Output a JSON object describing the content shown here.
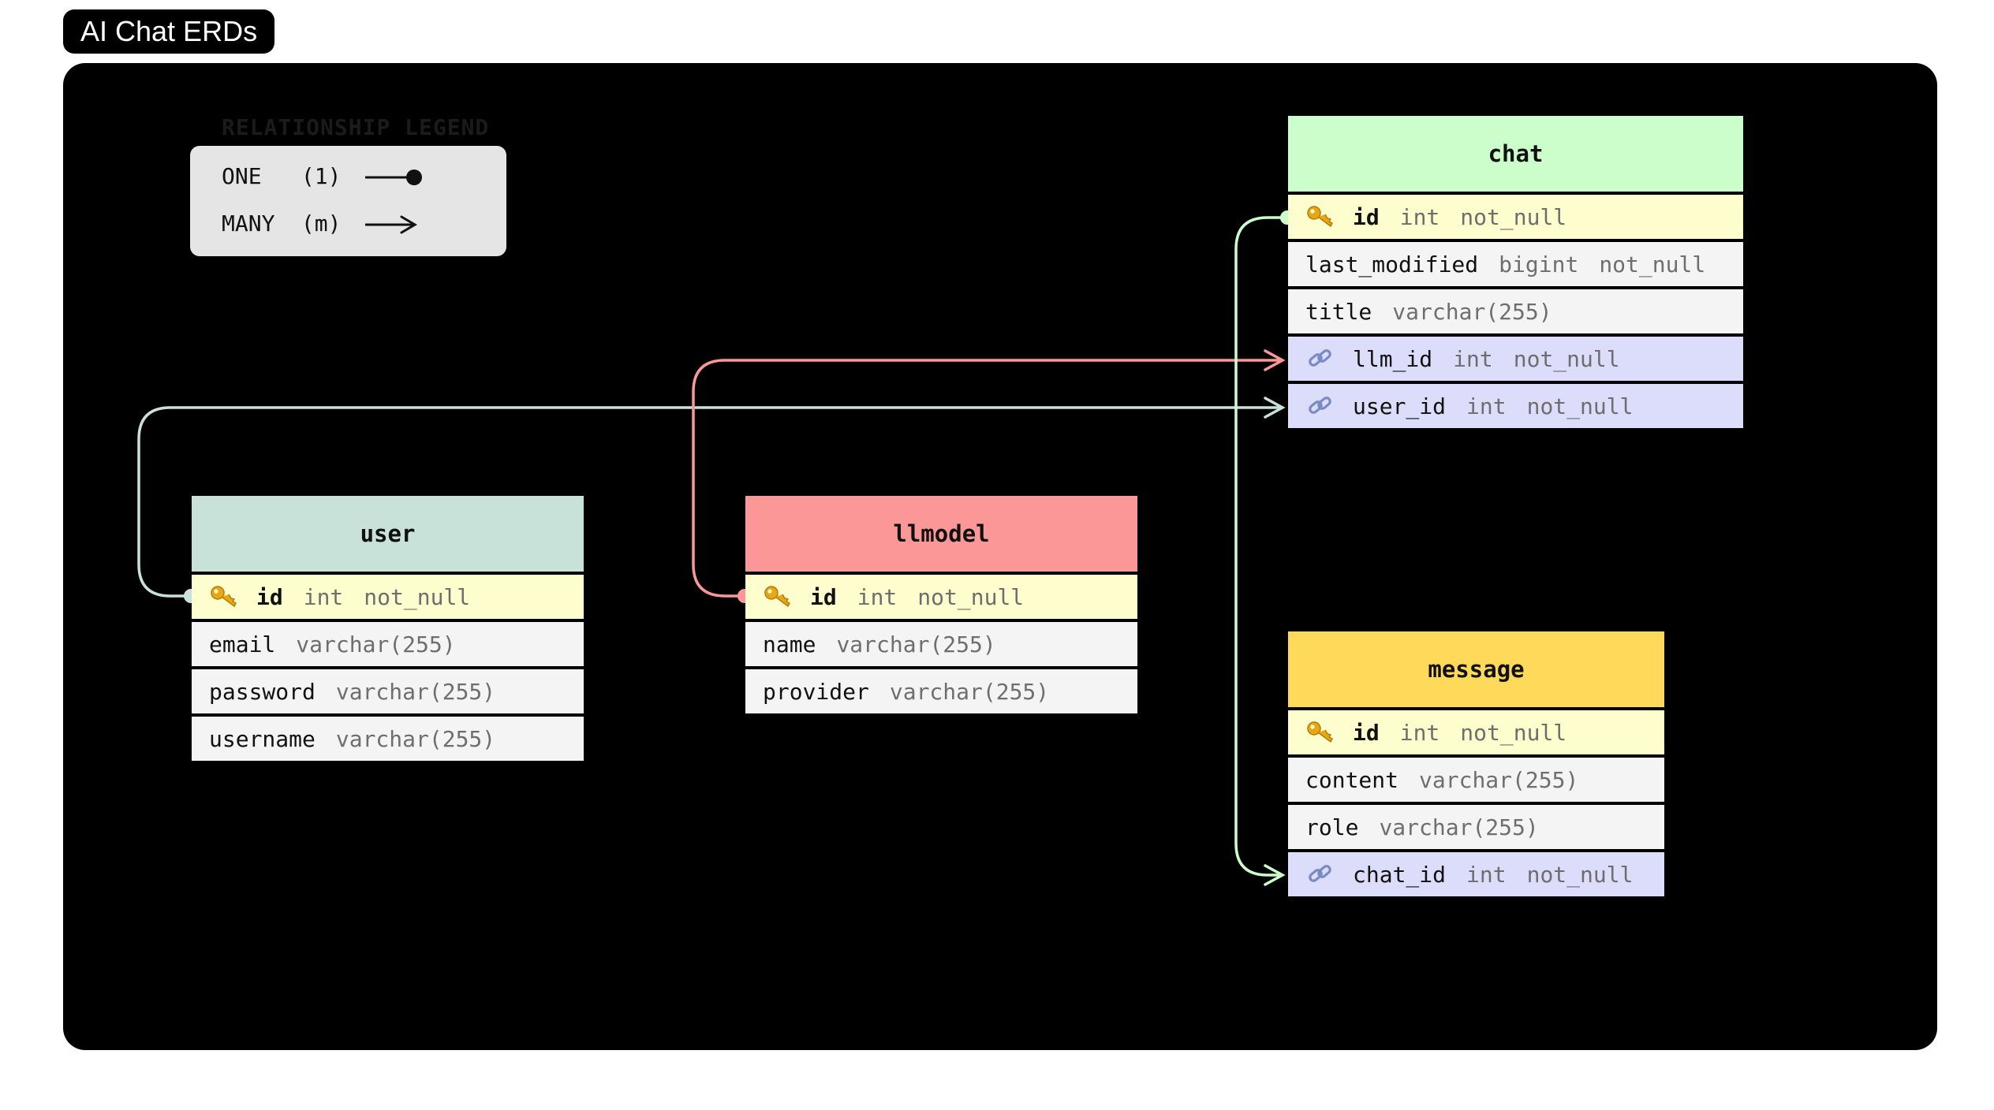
{
  "title": "AI Chat ERDs",
  "legend": {
    "title": "RELATIONSHIP LEGEND",
    "one": {
      "name": "ONE",
      "symbol": "(1)"
    },
    "many": {
      "name": "MANY",
      "symbol": "(m)"
    }
  },
  "colors": {
    "user": "#c8e2d9",
    "llmodel": "#fc9797",
    "chat": "#ccfecc",
    "message": "#fed95a",
    "pk_row": "#fefdcd",
    "fk_row": "#dcdcfb",
    "plain_row": "#f4f4f4",
    "user_link": "#c8e2d9",
    "llm_link": "#fc9797",
    "chat_link": "#ccfecc"
  },
  "tables": {
    "user": {
      "name": "user",
      "fields": [
        {
          "name": "id",
          "type": "int",
          "null": "not_null",
          "kind": "pk",
          "icon": "key-icon"
        },
        {
          "name": "email",
          "type": "varchar(255)",
          "null": "",
          "kind": "plain"
        },
        {
          "name": "password",
          "type": "varchar(255)",
          "null": "",
          "kind": "plain"
        },
        {
          "name": "username",
          "type": "varchar(255)",
          "null": "",
          "kind": "plain"
        }
      ]
    },
    "llmodel": {
      "name": "llmodel",
      "fields": [
        {
          "name": "id",
          "type": "int",
          "null": "not_null",
          "kind": "pk",
          "icon": "key-icon"
        },
        {
          "name": "name",
          "type": "varchar(255)",
          "null": "",
          "kind": "plain"
        },
        {
          "name": "provider",
          "type": "varchar(255)",
          "null": "",
          "kind": "plain"
        }
      ]
    },
    "chat": {
      "name": "chat",
      "fields": [
        {
          "name": "id",
          "type": "int",
          "null": "not_null",
          "kind": "pk",
          "icon": "key-icon"
        },
        {
          "name": "last_modified",
          "type": "bigint",
          "null": "not_null",
          "kind": "plain"
        },
        {
          "name": "title",
          "type": "varchar(255)",
          "null": "",
          "kind": "plain"
        },
        {
          "name": "llm_id",
          "type": "int",
          "null": "not_null",
          "kind": "fk",
          "icon": "link-icon"
        },
        {
          "name": "user_id",
          "type": "int",
          "null": "not_null",
          "kind": "fk",
          "icon": "link-icon"
        }
      ]
    },
    "message": {
      "name": "message",
      "fields": [
        {
          "name": "id",
          "type": "int",
          "null": "not_null",
          "kind": "pk",
          "icon": "key-icon"
        },
        {
          "name": "content",
          "type": "varchar(255)",
          "null": "",
          "kind": "plain"
        },
        {
          "name": "role",
          "type": "varchar(255)",
          "null": "",
          "kind": "plain"
        },
        {
          "name": "chat_id",
          "type": "int",
          "null": "not_null",
          "kind": "fk",
          "icon": "link-icon"
        }
      ]
    }
  },
  "relationships": [
    {
      "from": "user.id",
      "to": "chat.user_id",
      "from_card": "one",
      "to_card": "many"
    },
    {
      "from": "llmodel.id",
      "to": "chat.llm_id",
      "from_card": "one",
      "to_card": "many"
    },
    {
      "from": "chat.id",
      "to": "message.chat_id",
      "from_card": "one",
      "to_card": "many"
    }
  ]
}
